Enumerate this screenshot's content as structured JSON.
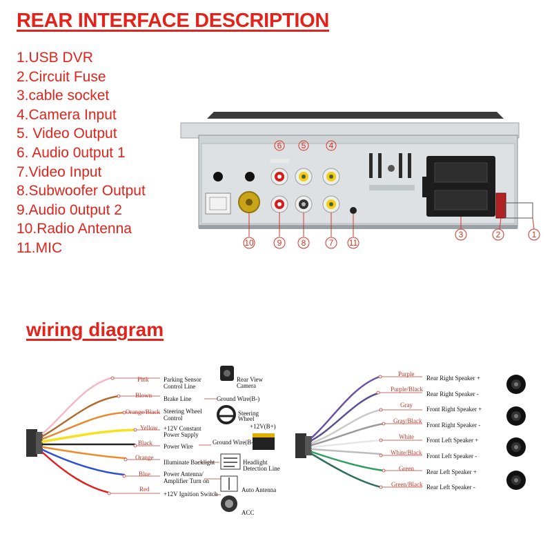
{
  "header": {
    "title": "REAR INTERFACE DESCRIPTION"
  },
  "rear_items": [
    "1.USB DVR",
    "2.Circuit Fuse",
    "3.cable socket",
    "4.Camera Input",
    "5. Video Output",
    "6. Audio 0utput 1",
    "7.Video Input",
    "8.Subwoofer Output",
    "9.Audio 0utput 2",
    "10.Radio Antenna",
    "11.MIC"
  ],
  "callouts": {
    "top": [
      "6",
      "5",
      "4"
    ],
    "bottom": [
      "10",
      "9",
      "8",
      "7",
      "11"
    ],
    "right": [
      "3",
      "2",
      "1"
    ]
  },
  "wiring": {
    "title": "wiring diagram",
    "left_wires": [
      {
        "color": "Pink",
        "hex": "#f4b8c4",
        "desc": [
          "Parking Sensor",
          "Control Line"
        ]
      },
      {
        "color": "Blown",
        "hex": "#b06a2c",
        "desc": [
          "Brake Line"
        ]
      },
      {
        "color": "Orange/Black",
        "hex": "#e58a2e",
        "desc": [
          "Steering Wheel",
          "Control"
        ]
      },
      {
        "color": "Yellow",
        "hex": "#f5e11c",
        "desc": [
          "+12V Constant",
          "Power Supply"
        ]
      },
      {
        "color": "Black",
        "hex": "#222222",
        "desc": [
          "Power Wire"
        ]
      },
      {
        "color": "Orange",
        "hex": "#f08a24",
        "desc": [
          "Illuminate Backlight"
        ]
      },
      {
        "color": "Blue",
        "hex": "#2b4fd6",
        "desc": [
          "Power Antenna/",
          "Amplifier Turn on"
        ]
      },
      {
        "color": "Red",
        "hex": "#e02020",
        "desc": [
          "+12V Ignition Switch"
        ]
      }
    ],
    "left_extras": {
      "rear_view_camera": [
        "Rear View",
        "Camera"
      ],
      "ground_wire_1": "Ground Wire(B-)",
      "steering_wheel": [
        "Steering",
        "Wheel"
      ],
      "battery_plus": "+12V(B+)",
      "ground_wire_2": "Ground Wire(B-)",
      "headlight": [
        "Headlight",
        "Detection Line"
      ],
      "auto_antenna": "Auto Antenna",
      "acc": "ACC"
    },
    "right_wires": [
      {
        "color": "Purple",
        "hex": "#6a4fa8",
        "desc": "Rear Right Speaker +"
      },
      {
        "color": "Purple/Black",
        "hex": "#5b4f8f",
        "desc": "Rear Right Speaker -"
      },
      {
        "color": "Gray",
        "hex": "#9a9a9a",
        "desc": "Front Right Speaker +"
      },
      {
        "color": "Gray/Black",
        "hex": "#777777",
        "desc": "Front Right Speaker -"
      },
      {
        "color": "White",
        "hex": "#dddddd",
        "desc": "Front Left Speaker +"
      },
      {
        "color": "White/Black",
        "hex": "#aaaaaa",
        "desc": "Front Left Speaker -"
      },
      {
        "color": "Green",
        "hex": "#2e9e5e",
        "desc": "Rear Left Speaker +"
      },
      {
        "color": "Green/Black",
        "hex": "#2c6e5a",
        "desc": "Rear Left Speaker -"
      }
    ]
  },
  "colors": {
    "accent": "#e3231b",
    "label_red": "#c0392b"
  }
}
